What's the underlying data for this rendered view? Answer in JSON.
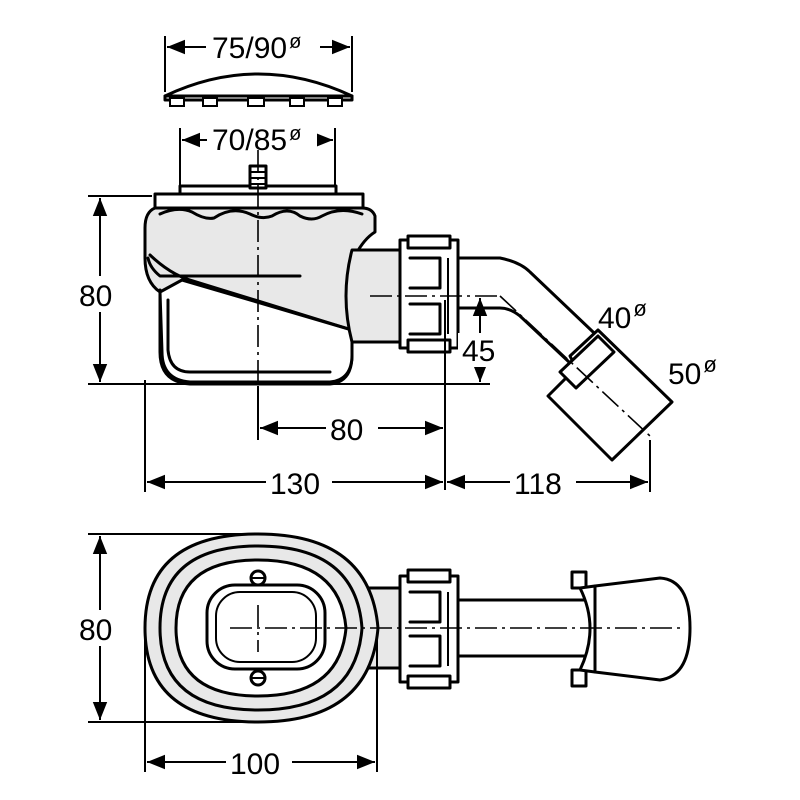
{
  "dimensions": {
    "cover_diameter": "75/90",
    "grate_diameter": "70/85",
    "side_height": "80",
    "drain_offset": "80",
    "body_length": "130",
    "outlet_length": "118",
    "outlet_rise": "45",
    "inner_pipe": "40",
    "outer_pipe": "50",
    "top_height": "80",
    "top_width": "100"
  },
  "diameter_symbol": "ø",
  "colors": {
    "line": "#000000",
    "background": "#ffffff",
    "shade": "#e8e8e8"
  }
}
